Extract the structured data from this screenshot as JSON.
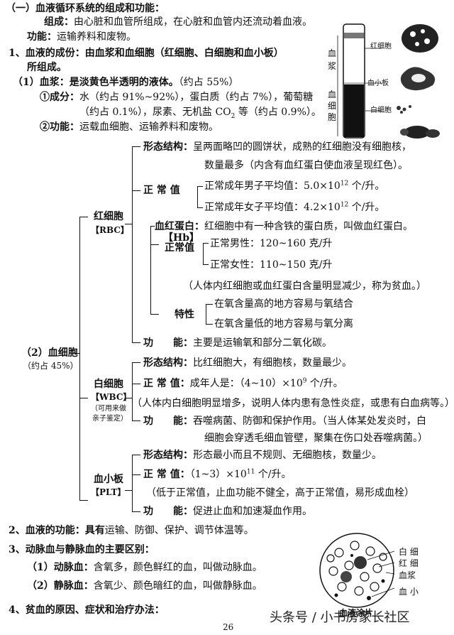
{
  "sec1": {
    "heading": "（一）血液循环系统的组成和功能：",
    "comp_label": "组成：",
    "comp_text": "由心脏和血管所组成，在心脏和血管内还流动着血液。",
    "func_label": "功能：",
    "func_text": "运输养料和废物。"
  },
  "blood": {
    "item1_line1": "1、血液的成份：由血浆和血细胞（红细胞、白细胞和血小板）",
    "item1_line2": "所组成。",
    "plasma_title": "（1）血浆：是淡黄色半透明的液体。",
    "plasma_pct": "（约占 55%）",
    "comp_label": "①成分：",
    "comp_line1": "水（约占 91%~92%），蛋白质（约占 7%），葡萄糖",
    "comp_line2a": "（约占 0.1%），尿素、无机盐 CO",
    "comp_line2_sub": "2",
    "comp_line2b": " 等（约占 0.9%）。",
    "func_label": "②功能：",
    "func_text": "运载血细胞、运输养料和废物。"
  },
  "tube": {
    "plasma_chars": [
      "血",
      "浆"
    ],
    "cells_chars": [
      "血",
      "细",
      "胞"
    ],
    "rbc": "红细胞",
    "platelet": "血小板",
    "wbc": "白细胞"
  },
  "cells": {
    "label": "（2）血细胞",
    "pct": "（约占 45%）"
  },
  "rbc": {
    "name": "红细胞",
    "abbr": "【RBC】",
    "morph_label": "形态结构：",
    "morph_line1": "呈两面略凹的圆饼状，成熟的红细胞没有细胞核，",
    "morph_line2": "数量最多（内含有血红蛋白使血液呈现红色）。",
    "normal_label": "正 常 值",
    "normal_male_a": "正常成年男子平均值：5.0×10",
    "normal_male_sup": "12",
    "normal_male_b": " 个/升。",
    "normal_female_a": "正常成年女子平均值：4.2×10",
    "normal_female_sup": "12",
    "normal_female_b": " 个/升。",
    "hb_label": "血红蛋白：",
    "hb_abbr": "【Hb】",
    "hb_text": "红细胞中有一种含铁的蛋白质，叫做血红蛋白。",
    "hb_normal_label": "正常值",
    "hb_male": "正常男性：120~160 克/升",
    "hb_female": "正常女性：110~150 克/升",
    "anemia": "（人体内红细胞或血红蛋白含量明显减少，称为贫血。）",
    "trait_label": "特性",
    "trait_1": "在氧含量高的地方容易与氧结合",
    "trait_2": "在氧含量低的地方容易与氧分离",
    "func_label": "功　　能：",
    "func_text": "主要是运输氧和部分二氧化碳。"
  },
  "wbc": {
    "name": "白细胞",
    "abbr": "【WBC】",
    "note_1": "（可用来做",
    "note_2": "亲子鉴定）",
    "morph_label": "形态结构：",
    "morph_text": "比红细胞大，有细胞核，数量最少。",
    "normal_label": "正 常 值：",
    "normal_text": "成年人是：（4~10）×10",
    "normal_sup": "9",
    "normal_text_b": " 个/升。",
    "note_line": "（人体内白细胞明显增多，说明人体内患有急性炎症，或患有白血病等。）",
    "func_label": "功　　能：",
    "func_line1": "吞噬病菌、防御和保护作用。（当人体某处发炎时，白",
    "func_line2": "细胞会穿透毛细血管壁，聚集在伤口处吞噬病菌。）"
  },
  "plt": {
    "name": "血小板",
    "abbr": "【PLT】",
    "morph_label": "形态结构：",
    "morph_text": "形态最小而且不规则、无细胞核，数量少。",
    "normal_label": "正 常 值：",
    "normal_text": "（1~3）×10",
    "normal_sup": "11",
    "normal_text_b": " 个/升。",
    "note_line": "（低于正常值，止血功能不健全，高于正常值，易形成血栓）",
    "func_label": "功　　能：",
    "func_text": "促进止血和加速凝血作用。"
  },
  "item2": {
    "label": "2、血液的功能：",
    "text_a": "具有",
    "text_b": "运输、防御、保护、调节体温等。"
  },
  "item3": {
    "heading": "3、动脉血与静脉血的主要区别：",
    "art_label": "（1）动脉血：",
    "art_text": "含氧多，颜色鲜红的血，叫做动脉血。",
    "ven_label": "（2）静脉血：",
    "ven_text": "含氧少、颜色暗红的血，叫做静脉血。"
  },
  "smear": {
    "wbc": "白 细",
    "rbc": "红 细",
    "plasma": "血浆",
    "plt": "血 小",
    "caption": "血液涂片"
  },
  "item4": {
    "heading": "4、贫血的原因、症状和治疗办法："
  },
  "footer": {
    "page": "26",
    "watermark": "头条号 / 小书房家长社区"
  }
}
